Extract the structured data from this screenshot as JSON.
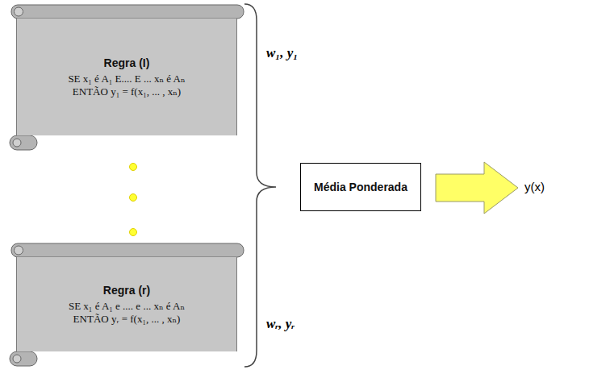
{
  "diagram": {
    "nodes": [
      {
        "text": [
          "Regra (I)",
          "SE x₁ é A₁ E.... E ... xₙ é Aₙ",
          "ENTÃO y₁ = f(x₁, ... , xₙ)"
        ]
      },
      {
        "text": [
          "Regra (r)",
          "SE x₁ é A₁ e .... e ... xₙ é Aₙ",
          "ENTÃO yᵣ = f(x₁, ... , xₙ)"
        ]
      },
      {
        "text": [
          "Média Ponderada"
        ]
      }
    ],
    "labels": [
      "w₁, y₁",
      "wᵣ, yᵣ",
      "y(x)"
    ]
  }
}
